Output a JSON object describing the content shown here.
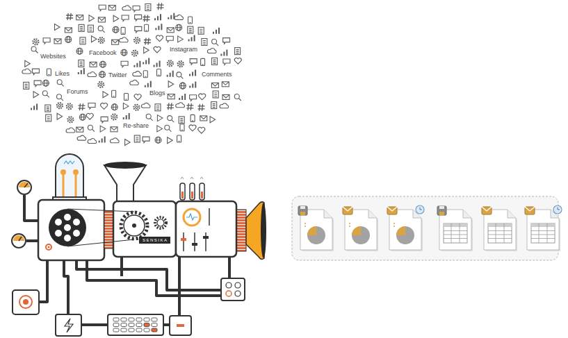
{
  "diagram": {
    "nodes": [
      {
        "text": [
          "SENSIKA"
        ]
      }
    ],
    "labels": [
      "Websites",
      "Facebook",
      "Instagram",
      "Likes",
      "Twitter",
      "Comments",
      "Forums",
      "Blogs",
      "Re-share"
    ]
  }
}
